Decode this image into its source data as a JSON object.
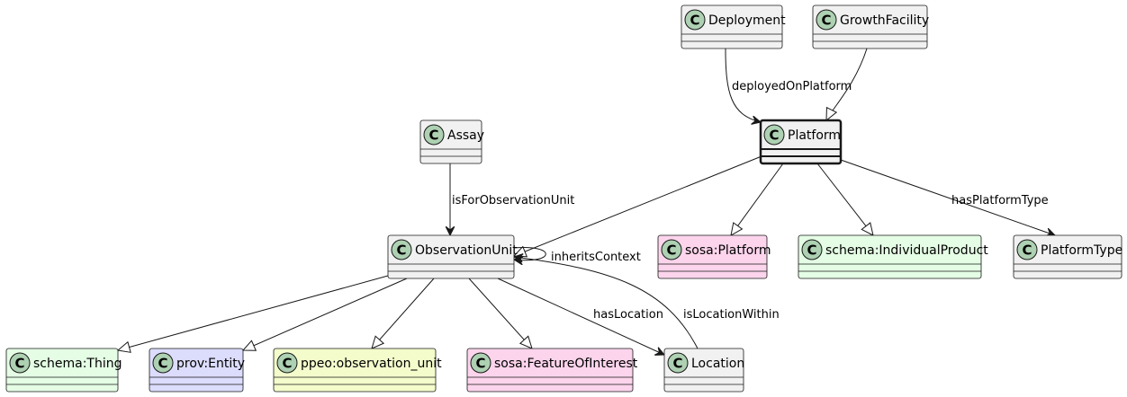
{
  "colors": {
    "default": "#f1f1f1",
    "schema": "#e4fde4",
    "prov": "#dcdcfc",
    "ppeo": "#f4fccc",
    "sosa": "#fcd4ec",
    "circle": "#add1b2",
    "stroke": "#181818"
  },
  "classes": [
    {
      "id": "deployment",
      "name": "Deployment",
      "stereotype": "C",
      "fill": "default"
    },
    {
      "id": "growthfacility",
      "name": "GrowthFacility",
      "stereotype": "C",
      "fill": "default"
    },
    {
      "id": "assay",
      "name": "Assay",
      "stereotype": "C",
      "fill": "default"
    },
    {
      "id": "platform",
      "name": "Platform",
      "stereotype": "C",
      "fill": "default",
      "highlight": true
    },
    {
      "id": "observationunit",
      "name": "ObservationUnit",
      "stereotype": "C",
      "fill": "default"
    },
    {
      "id": "sosa-platform",
      "name": "sosa:Platform",
      "stereotype": "C",
      "fill": "sosa"
    },
    {
      "id": "schema-individualproduct",
      "name": "schema:IndividualProduct",
      "stereotype": "C",
      "fill": "schema"
    },
    {
      "id": "platformtype",
      "name": "PlatformType",
      "stereotype": "C",
      "fill": "default"
    },
    {
      "id": "schema-thing",
      "name": "schema:Thing",
      "stereotype": "C",
      "fill": "schema"
    },
    {
      "id": "prov-entity",
      "name": "prov:Entity",
      "stereotype": "C",
      "fill": "prov"
    },
    {
      "id": "ppeo-observation-unit",
      "name": "ppeo:observation_unit",
      "stereotype": "C",
      "fill": "ppeo"
    },
    {
      "id": "sosa-featureofinterest",
      "name": "sosa:FeatureOfInterest",
      "stereotype": "C",
      "fill": "sosa"
    },
    {
      "id": "location",
      "name": "Location",
      "stereotype": "C",
      "fill": "default"
    }
  ],
  "relations": [
    {
      "id": "r1",
      "from": "deployment",
      "to": "platform",
      "kind": "association",
      "label": "deployedOnPlatform"
    },
    {
      "id": "r2",
      "from": "growthfacility",
      "to": "platform",
      "kind": "generalization",
      "label": ""
    },
    {
      "id": "r3",
      "from": "assay",
      "to": "observationunit",
      "kind": "association",
      "label": "isForObservationUnit"
    },
    {
      "id": "r4",
      "from": "platform",
      "to": "observationunit",
      "kind": "generalization",
      "label": ""
    },
    {
      "id": "r5",
      "from": "platform",
      "to": "sosa-platform",
      "kind": "generalization",
      "label": ""
    },
    {
      "id": "r6",
      "from": "platform",
      "to": "schema-individualproduct",
      "kind": "generalization",
      "label": ""
    },
    {
      "id": "r7",
      "from": "platform",
      "to": "platformtype",
      "kind": "association",
      "label": "hasPlatformType"
    },
    {
      "id": "r8",
      "from": "observationunit",
      "to": "observationunit",
      "kind": "association",
      "label": "inheritsContext"
    },
    {
      "id": "r9",
      "from": "observationunit",
      "to": "schema-thing",
      "kind": "generalization",
      "label": ""
    },
    {
      "id": "r10",
      "from": "observationunit",
      "to": "prov-entity",
      "kind": "generalization",
      "label": ""
    },
    {
      "id": "r11",
      "from": "observationunit",
      "to": "ppeo-observation-unit",
      "kind": "generalization",
      "label": ""
    },
    {
      "id": "r12",
      "from": "observationunit",
      "to": "sosa-featureofinterest",
      "kind": "generalization",
      "label": ""
    },
    {
      "id": "r13",
      "from": "observationunit",
      "to": "location",
      "kind": "association",
      "label": "hasLocation"
    },
    {
      "id": "r14",
      "from": "location",
      "to": "observationunit",
      "kind": "association",
      "label": "isLocationWithin"
    }
  ]
}
